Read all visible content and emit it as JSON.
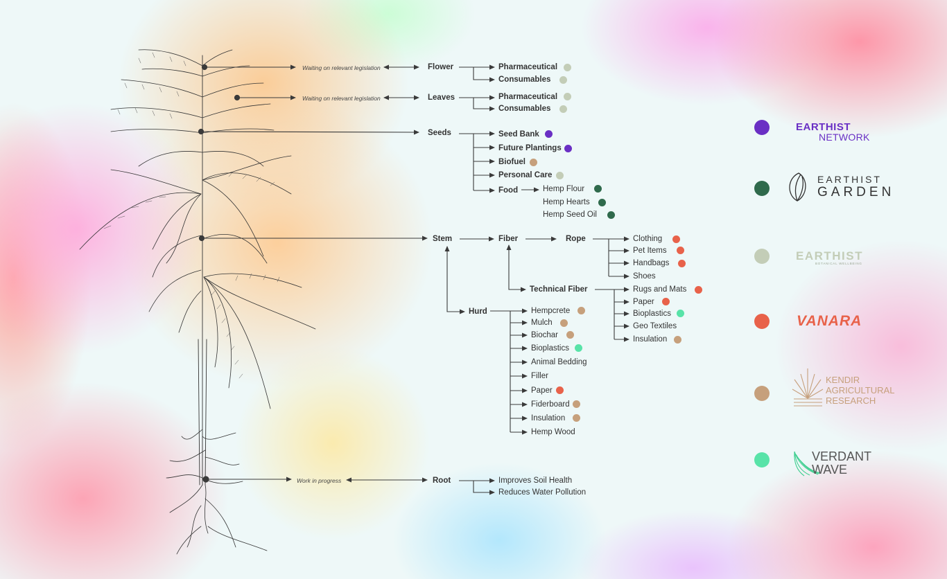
{
  "colors": {
    "earthist_network": "#6a2fc4",
    "earthist_garden": "#2f6a4c",
    "earthist": "#c3cdb7",
    "vanara": "#e8624a",
    "kendir": "#c6a07c",
    "verdant_wave": "#58e3a8"
  },
  "notes": {
    "flower": "Waiting on relevant legislation",
    "leaves": "Waiting on relevant legislation",
    "root": "Work in progress"
  },
  "parts": {
    "flower": "Flower",
    "leaves": "Leaves",
    "seeds": "Seeds",
    "stem": "Stem",
    "root": "Root"
  },
  "flower": {
    "pharmaceutical": "Pharmaceutical",
    "consumables": "Consumables"
  },
  "leaves": {
    "pharmaceutical": "Pharmaceutical",
    "consumables": "Consumables"
  },
  "seeds": {
    "seed_bank": "Seed Bank",
    "future_plantings": "Future Plantings",
    "biofuel": "Biofuel",
    "personal_care": "Personal Care",
    "food": "Food",
    "hemp_flour": "Hemp Flour",
    "hemp_hearts": "Hemp Hearts",
    "hemp_seed_oil": "Hemp Seed Oil"
  },
  "stem": {
    "fiber": "Fiber",
    "rope": "Rope",
    "technical_fiber": "Technical Fiber",
    "hurd": "Hurd",
    "rope_items": [
      "Clothing",
      "Pet Items",
      "Handbags",
      "Shoes"
    ],
    "tech_items": [
      "Rugs and Mats",
      "Paper",
      "Bioplastics",
      "Geo Textiles",
      "Insulation"
    ],
    "hurd_items": [
      "Hempcrete",
      "Mulch",
      "Biochar",
      "Bioplastics",
      "Animal Bedding",
      "Filler",
      "Paper",
      "Fiderboard",
      "Insulation",
      "Hemp Wood"
    ]
  },
  "root": {
    "soil": "Improves Soil Health",
    "water": "Reduces Water Pollution"
  },
  "legend": {
    "network_l1": "EARTHIST",
    "network_l2": "NETWORK",
    "garden_l1": "EARTHIST",
    "garden_l2": "GARDEN",
    "earthist_l1": "EARTHIST",
    "earthist_l2": "BOTANICAL WELLBEING",
    "vanara": "VANARA",
    "kendir_l1": "KENDIR",
    "kendir_l2": "AGRICULTURAL",
    "kendir_l3": "RESEARCH",
    "verdant_l1": "VERDANT",
    "verdant_l2": "WAVE"
  }
}
